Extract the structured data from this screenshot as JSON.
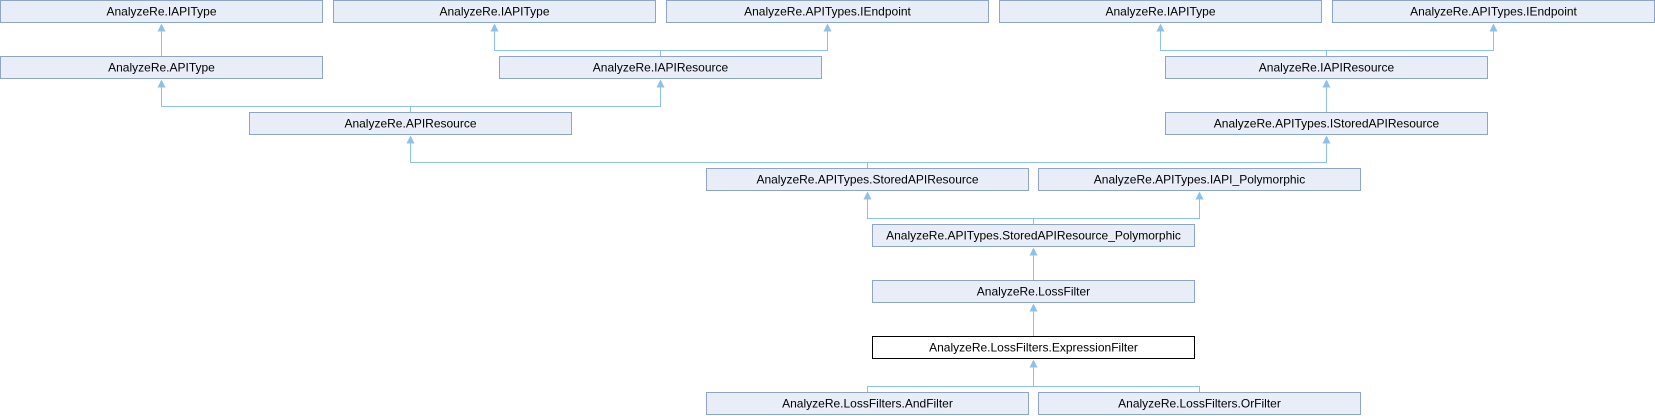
{
  "diagram": {
    "title": "",
    "nodes": [
      {
        "id": "iapitype_a",
        "label": "AnalyzeRe.IAPIType"
      },
      {
        "id": "iapitype_b",
        "label": "AnalyzeRe.IAPIType"
      },
      {
        "id": "iendpoint_a",
        "label": "AnalyzeRe.APITypes.IEndpoint"
      },
      {
        "id": "iapitype_c",
        "label": "AnalyzeRe.IAPIType"
      },
      {
        "id": "iendpoint_b",
        "label": "AnalyzeRe.APITypes.IEndpoint"
      },
      {
        "id": "apitype",
        "label": "AnalyzeRe.APIType"
      },
      {
        "id": "iapiresource_a",
        "label": "AnalyzeRe.IAPIResource"
      },
      {
        "id": "iapiresource_b",
        "label": "AnalyzeRe.IAPIResource"
      },
      {
        "id": "apiresource",
        "label": "AnalyzeRe.APIResource"
      },
      {
        "id": "istoredapiresource",
        "label": "AnalyzeRe.APITypes.IStoredAPIResource"
      },
      {
        "id": "storedapiresource",
        "label": "AnalyzeRe.APITypes.StoredAPIResource"
      },
      {
        "id": "iapi_polymorphic",
        "label": "AnalyzeRe.APITypes.IAPI_Polymorphic"
      },
      {
        "id": "storedapiresource_polymorphic",
        "label": "AnalyzeRe.APITypes.StoredAPIResource_Polymorphic"
      },
      {
        "id": "lossfilter",
        "label": "AnalyzeRe.LossFilter"
      },
      {
        "id": "expressionfilter",
        "label": "AnalyzeRe.LossFilters.ExpressionFilter",
        "current": true
      },
      {
        "id": "andfilter",
        "label": "AnalyzeRe.LossFilters.AndFilter"
      },
      {
        "id": "orfilter",
        "label": "AnalyzeRe.LossFilters.OrFilter"
      }
    ],
    "edges": [
      {
        "from": "apitype",
        "to": "iapitype_a"
      },
      {
        "from": "iapiresource_a",
        "to": "iapitype_b"
      },
      {
        "from": "iapiresource_a",
        "to": "iendpoint_a"
      },
      {
        "from": "iapiresource_b",
        "to": "iapitype_c"
      },
      {
        "from": "iapiresource_b",
        "to": "iendpoint_b"
      },
      {
        "from": "apiresource",
        "to": "apitype"
      },
      {
        "from": "apiresource",
        "to": "iapiresource_a"
      },
      {
        "from": "istoredapiresource",
        "to": "iapiresource_b"
      },
      {
        "from": "storedapiresource",
        "to": "apiresource"
      },
      {
        "from": "storedapiresource",
        "to": "istoredapiresource"
      },
      {
        "from": "storedapiresource_polymorphic",
        "to": "storedapiresource"
      },
      {
        "from": "storedapiresource_polymorphic",
        "to": "iapi_polymorphic"
      },
      {
        "from": "lossfilter",
        "to": "storedapiresource_polymorphic"
      },
      {
        "from": "expressionfilter",
        "to": "lossfilter"
      },
      {
        "from": "andfilter",
        "to": "expressionfilter"
      },
      {
        "from": "orfilter",
        "to": "expressionfilter"
      }
    ]
  }
}
